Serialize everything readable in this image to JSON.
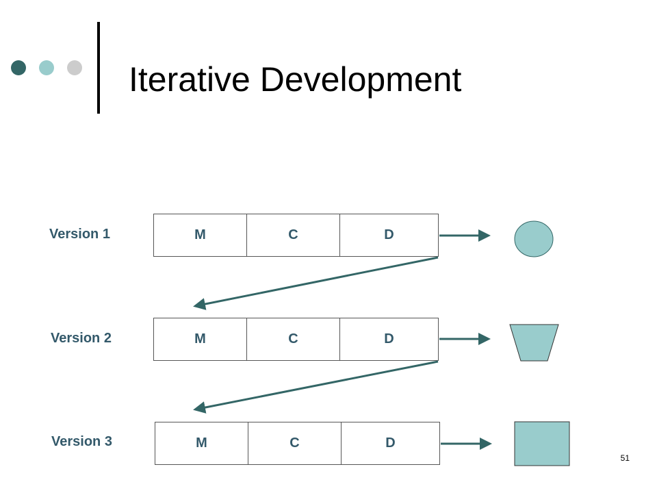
{
  "slide": {
    "title": "Iterative Development",
    "page_number": "51"
  },
  "colors": {
    "accent_dark": "#336666",
    "accent_light": "#99cccc",
    "accent_gray": "#cccccc",
    "text_dark": "#33596a",
    "shape_fill": "#99cccc",
    "shape_stroke": "#333333"
  },
  "rows": [
    {
      "label": "Version 1",
      "cells": [
        "M",
        "C",
        "D"
      ],
      "output_shape": "circle"
    },
    {
      "label": "Version 2",
      "cells": [
        "M",
        "C",
        "D"
      ],
      "output_shape": "trapezoid"
    },
    {
      "label": "Version 3",
      "cells": [
        "M",
        "C",
        "D"
      ],
      "output_shape": "square"
    }
  ]
}
